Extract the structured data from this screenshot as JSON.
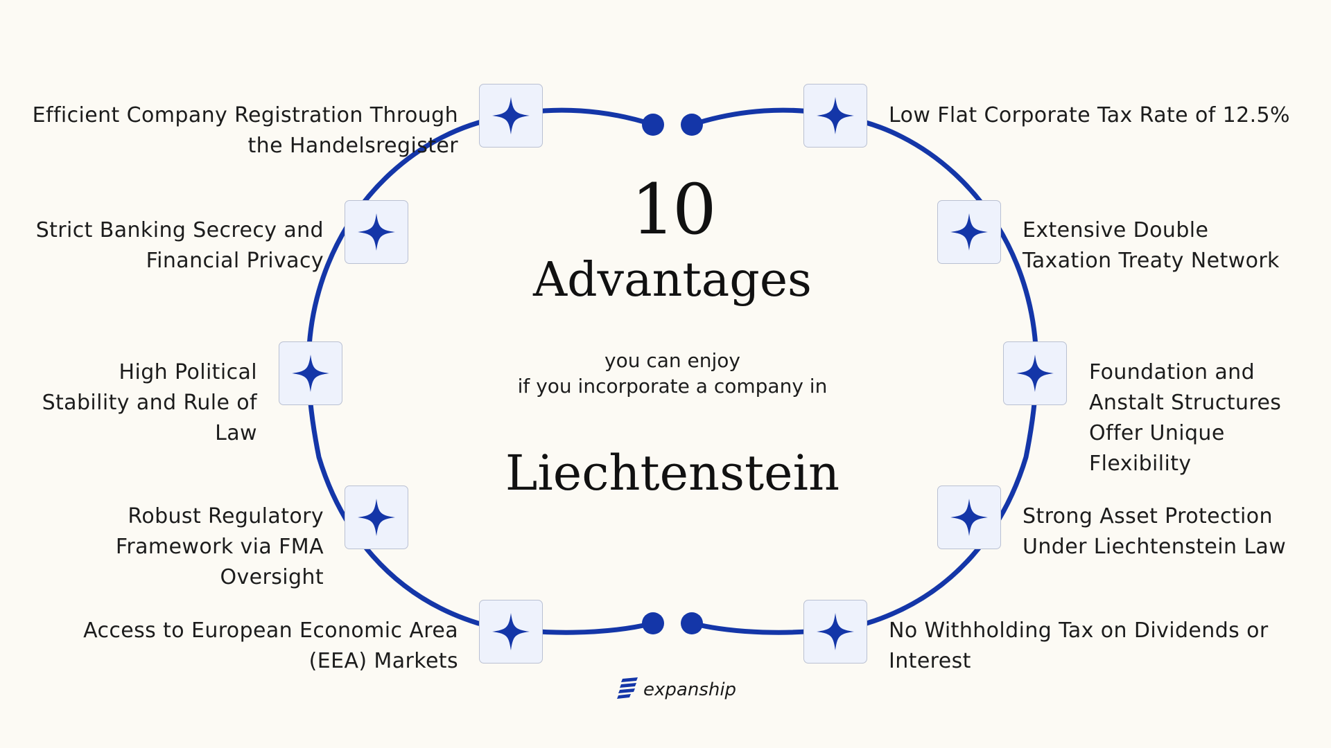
{
  "colors": {
    "background": "#FCFAF4",
    "accent": "#1436A8",
    "node_fill": "#EEF2FC",
    "text": "#1C1C1C"
  },
  "center": {
    "number": "10",
    "title": "Advantages",
    "subtitle_line1": "you can enjoy",
    "subtitle_line2": "if you incorporate a company in",
    "country": "Liechtenstein"
  },
  "advantages": [
    {
      "lines": [
        "Low Flat Corporate Tax Rate of 12.5%"
      ],
      "icon": "four-point-star-icon"
    },
    {
      "lines": [
        "Extensive Double",
        "Taxation Treaty Network"
      ],
      "icon": "four-point-star-icon"
    },
    {
      "lines": [
        "Foundation and",
        "Anstalt Structures",
        "Offer Unique",
        "Flexibility"
      ],
      "icon": "four-point-star-icon"
    },
    {
      "lines": [
        "Strong Asset Protection",
        "Under Liechtenstein Law"
      ],
      "icon": "four-point-star-icon"
    },
    {
      "lines": [
        "No Withholding Tax on Dividends or",
        "Interest"
      ],
      "icon": "four-point-star-icon"
    },
    {
      "lines": [
        "Access to European Economic Area",
        "(EEA) Markets"
      ],
      "icon": "four-point-star-icon"
    },
    {
      "lines": [
        "Robust Regulatory",
        "Framework via FMA",
        "Oversight"
      ],
      "icon": "four-point-star-icon"
    },
    {
      "lines": [
        "High Political",
        "Stability and Rule of",
        "Law"
      ],
      "icon": "four-point-star-icon"
    },
    {
      "lines": [
        "Strict Banking Secrecy and",
        "Financial Privacy"
      ],
      "icon": "four-point-star-icon"
    },
    {
      "lines": [
        "Efficient Company Registration Through",
        "the Handelsregister"
      ],
      "icon": "four-point-star-icon"
    }
  ],
  "brand": {
    "name": "expanship",
    "logo_icon": "stacked-stripes-logo-icon"
  }
}
